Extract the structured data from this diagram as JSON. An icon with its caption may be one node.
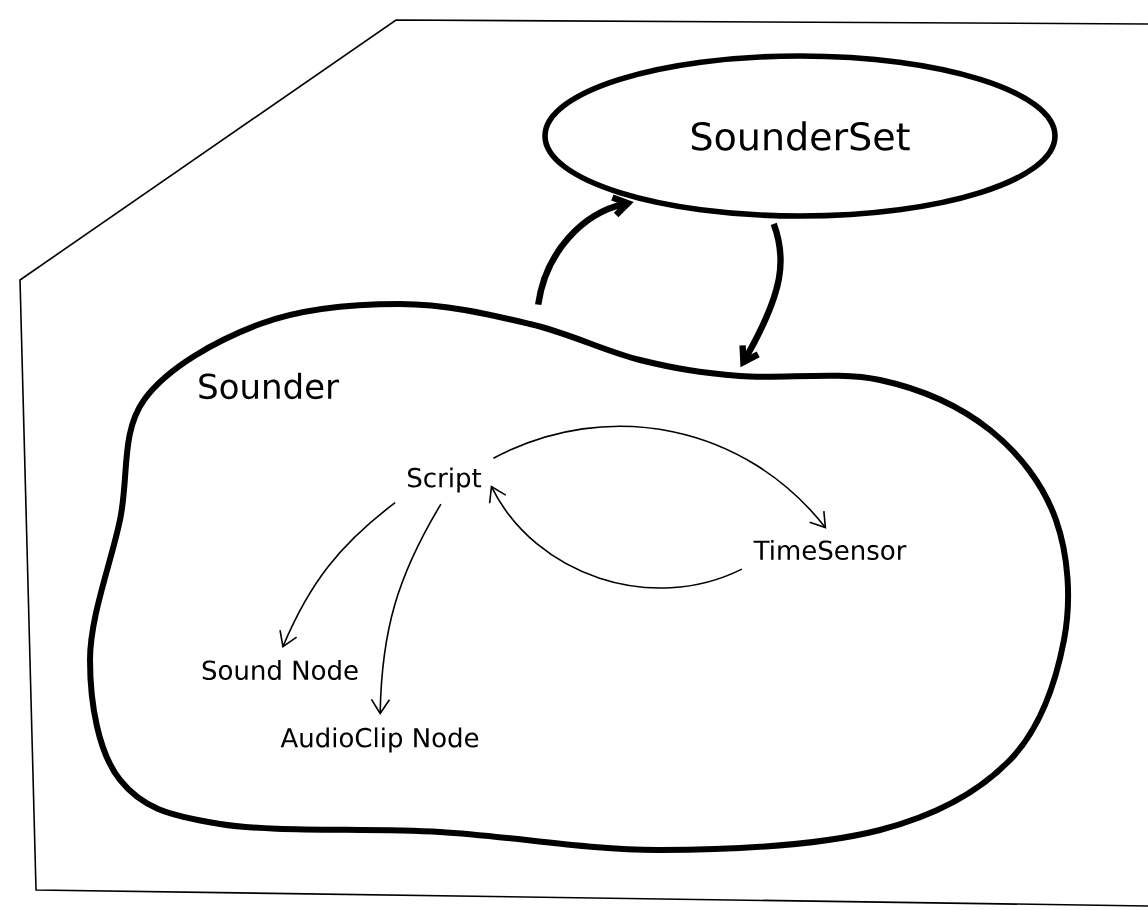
{
  "diagram": {
    "nodes": [
      {
        "text": [
          "SounderSet"
        ]
      },
      {
        "text": [
          "Sounder"
        ]
      },
      {
        "text": [
          "Script"
        ],
        "in": 1
      },
      {
        "text": [
          "TimeSensor"
        ],
        "in": 1
      },
      {
        "text": [
          "Sound Node"
        ],
        "in": 1
      },
      {
        "text": [
          "AudioClip Node"
        ],
        "in": 1
      }
    ],
    "edges": [
      {
        "from": 1,
        "to": 0,
        "arrow": "to",
        "style": "thick"
      },
      {
        "from": 0,
        "to": 1,
        "arrow": "to",
        "style": "thick"
      },
      {
        "from": 2,
        "to": 3,
        "arrow": "to"
      },
      {
        "from": 3,
        "to": 2,
        "arrow": "to"
      },
      {
        "from": 2,
        "to": 4,
        "arrow": "to"
      },
      {
        "from": 2,
        "to": 5,
        "arrow": "to"
      }
    ]
  }
}
